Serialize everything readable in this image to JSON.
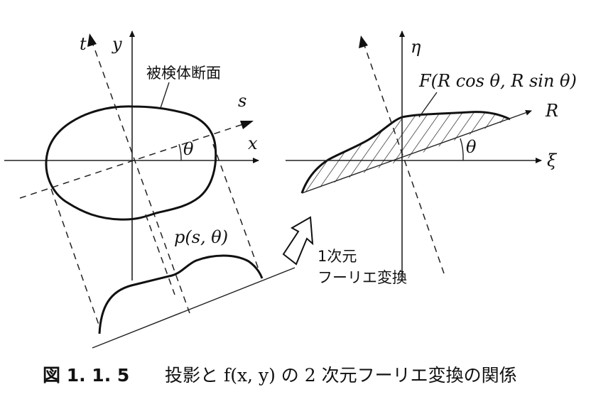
{
  "left": {
    "axis_t": "t",
    "axis_y": "y",
    "axis_s": "s",
    "axis_x": "x",
    "angle": "θ",
    "object_label": "被検体断面",
    "projection_label": "p(s, θ)"
  },
  "right": {
    "axis_eta": "η",
    "axis_R": "R",
    "axis_xi": "ξ",
    "angle": "θ",
    "function_label": "F(R cos θ, R sin θ)"
  },
  "transform": {
    "line1": "1次元",
    "line2": "フーリエ変換"
  },
  "caption": {
    "number": "図 1. 1. 5",
    "text": "投影と f(x, y) の 2 次元フーリエ変換の関係"
  }
}
